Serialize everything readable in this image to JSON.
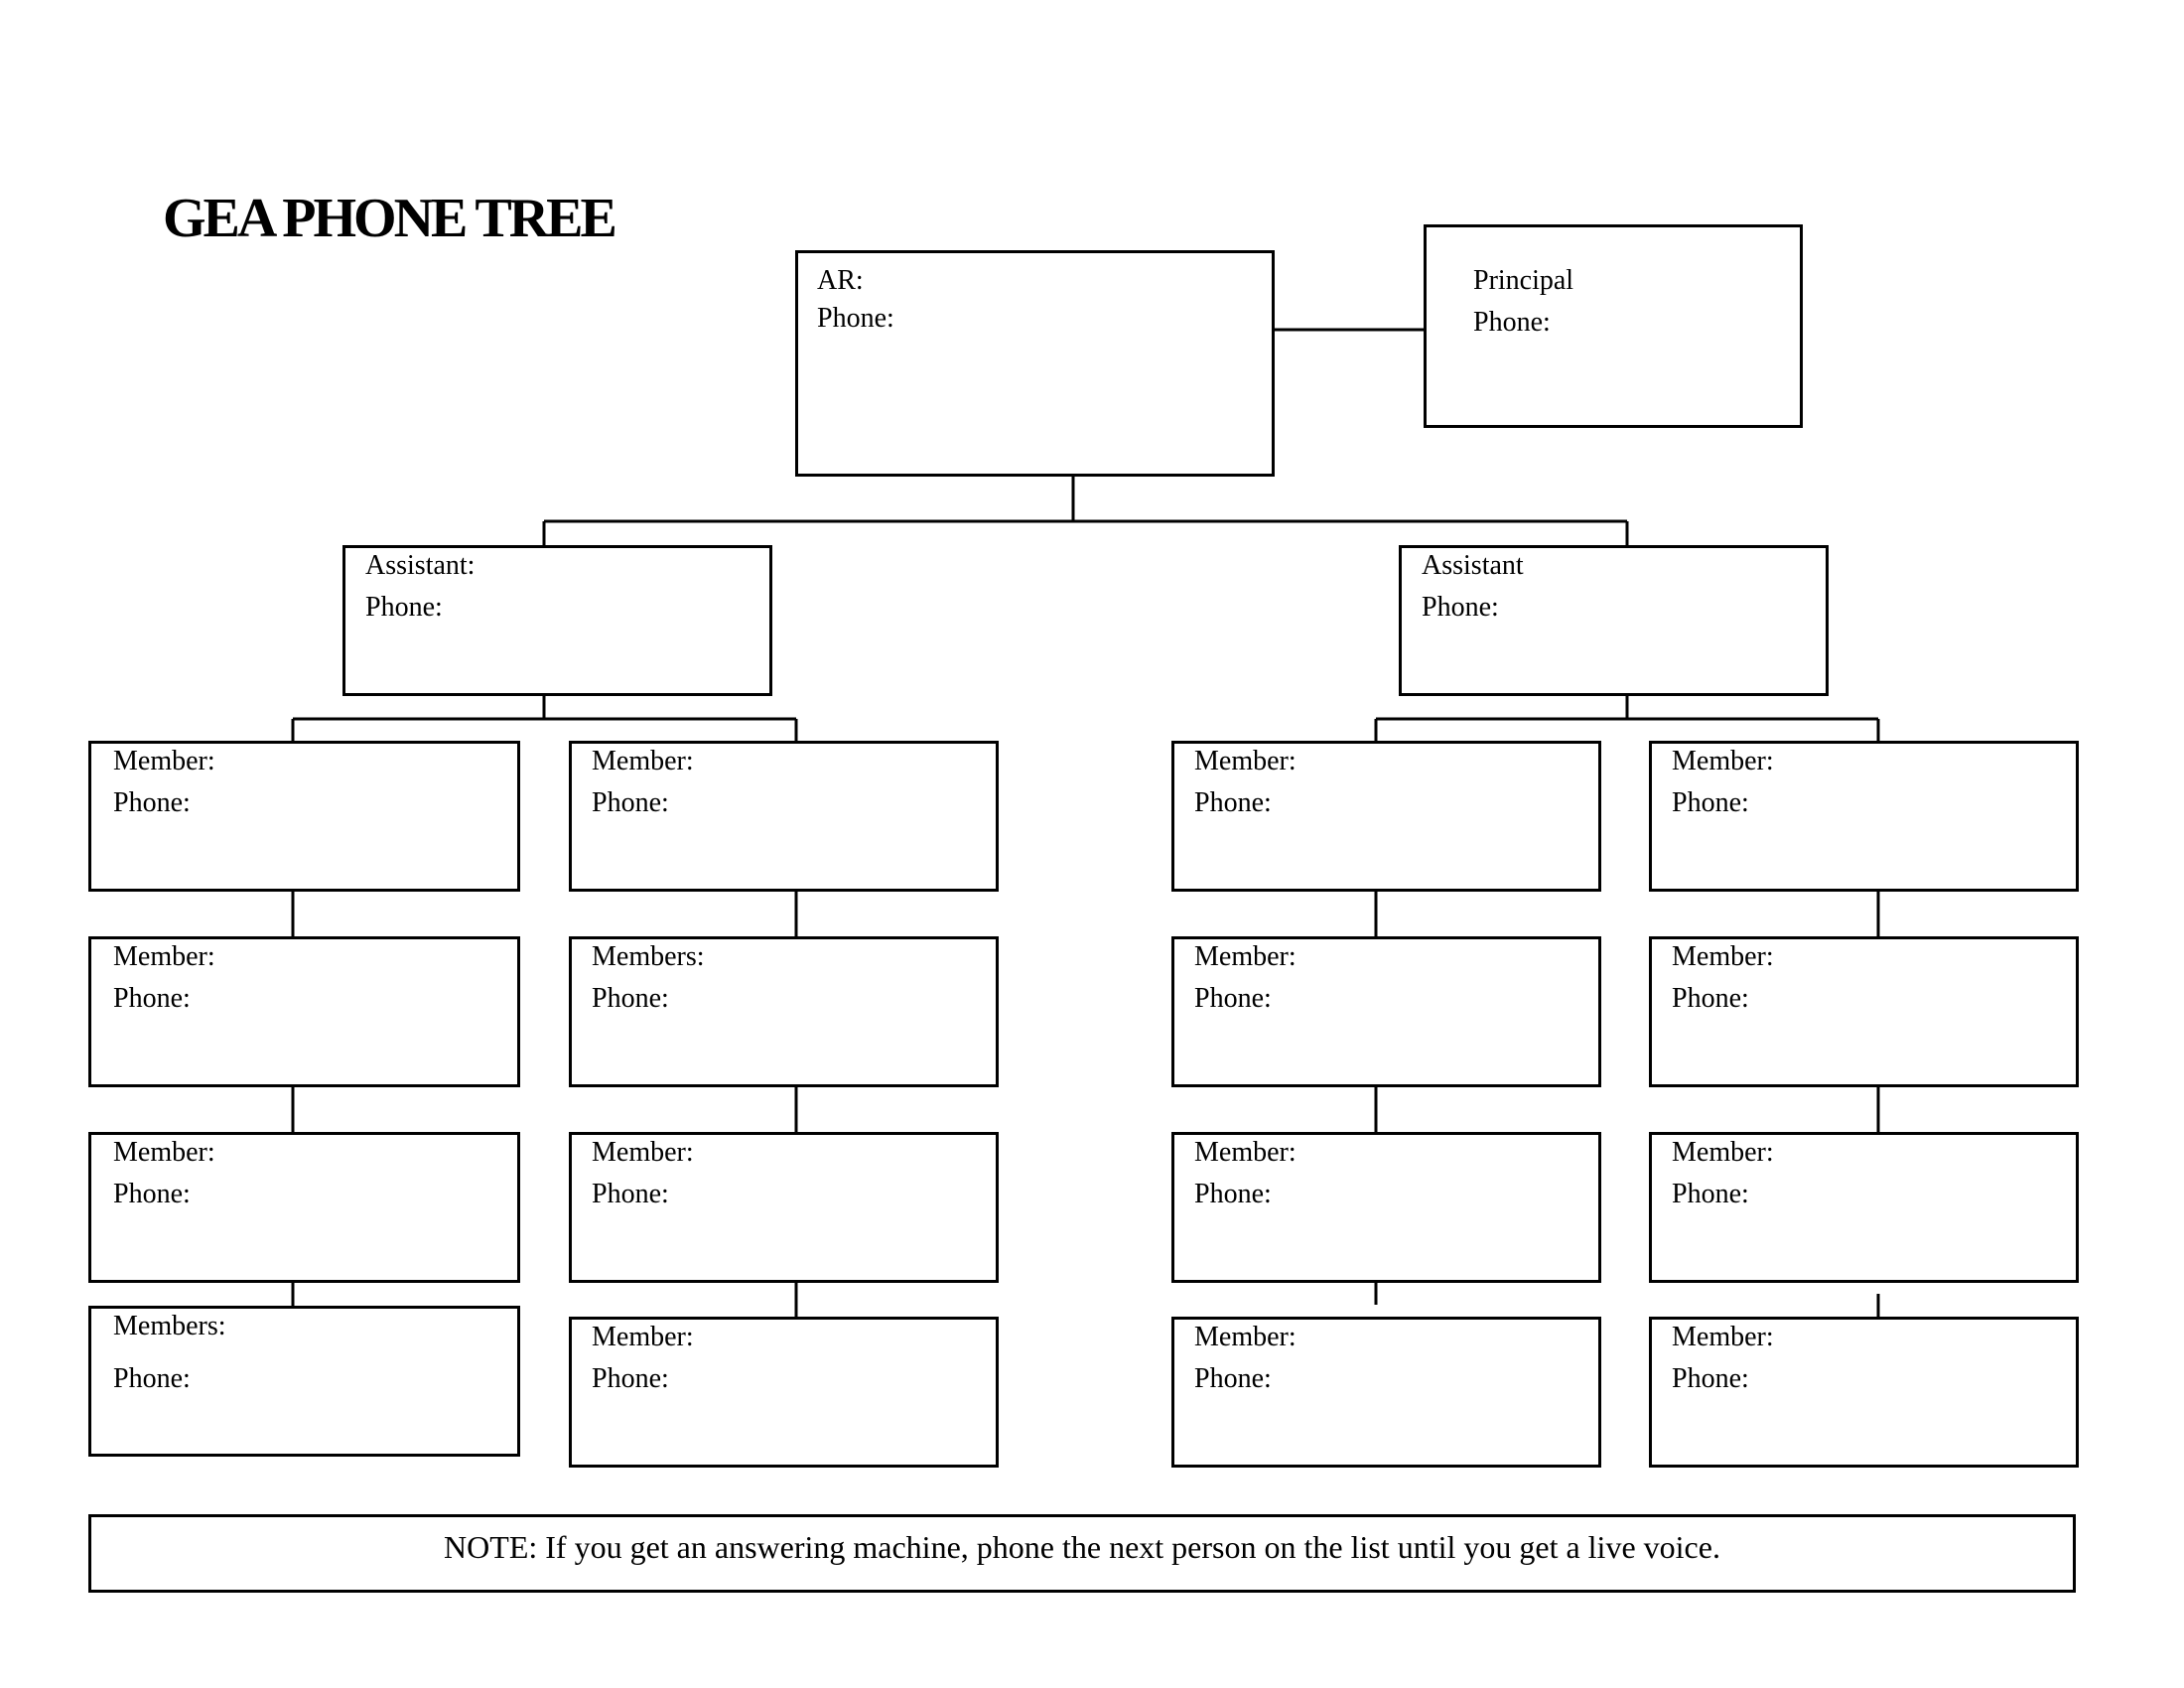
{
  "title": "GEA PHONE TREE",
  "ar": {
    "l1": "AR:",
    "l2": "Phone:"
  },
  "principal": {
    "l1": "Principal",
    "l2": "Phone:"
  },
  "assistants": [
    {
      "l1": "Assistant:",
      "l2": "Phone:"
    },
    {
      "l1": "Assistant",
      "l2": "Phone:"
    }
  ],
  "members": [
    [
      {
        "l1": "Member:",
        "l2": "Phone:"
      },
      {
        "l1": "Member:",
        "l2": "Phone:"
      },
      {
        "l1": "Member:",
        "l2": "Phone:"
      },
      {
        "l1": "Member:",
        "l2": "Phone:"
      }
    ],
    [
      {
        "l1": "Member:",
        "l2": "Phone:"
      },
      {
        "l1": "Members:",
        "l2": "Phone:"
      },
      {
        "l1": "Member:",
        "l2": "Phone:"
      },
      {
        "l1": "Member:",
        "l2": "Phone:"
      }
    ],
    [
      {
        "l1": "Member:",
        "l2": "Phone:"
      },
      {
        "l1": "Member:",
        "l2": "Phone:"
      },
      {
        "l1": "Member:",
        "l2": "Phone:"
      },
      {
        "l1": "Member:",
        "l2": "Phone:"
      }
    ],
    [
      {
        "l1": "Members:",
        "l2": "Phone:"
      },
      {
        "l1": "Member:",
        "l2": "Phone:"
      },
      {
        "l1": "Member:",
        "l2": "Phone:"
      },
      {
        "l1": "Member:",
        "l2": "Phone:"
      }
    ]
  ],
  "note": "NOTE: If you get an answering machine, phone the next person on the list until you get a live voice."
}
